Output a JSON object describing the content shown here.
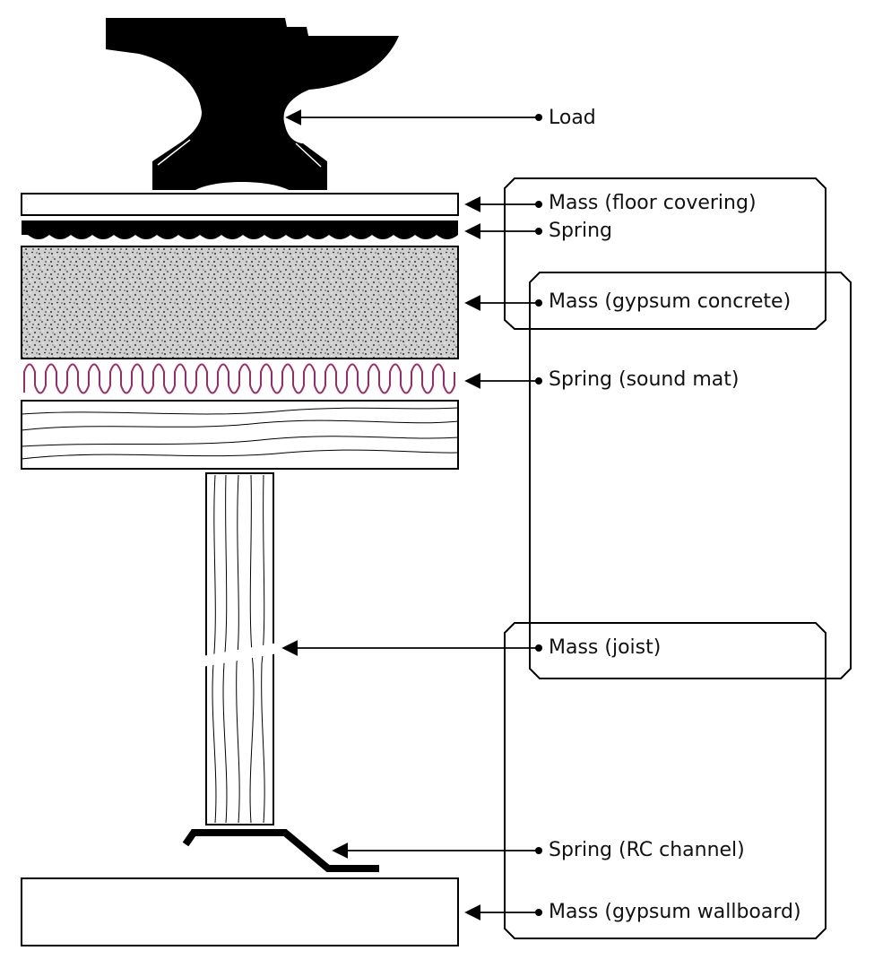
{
  "labels": {
    "load": "Load",
    "floor_covering": "Mass (floor covering)",
    "spring": "Spring",
    "gypsum_concrete": "Mass (gypsum concrete)",
    "sound_mat": "Spring (sound mat)",
    "joist": "Mass (joist)",
    "rc_channel": "Spring (RC channel)",
    "gypsum_wallboard": "Mass (gypsum wallboard)"
  },
  "colors": {
    "sound_mat": "#9b2c66",
    "ink": "#000000",
    "concrete_fill": "#d6d6d6"
  },
  "icons": {
    "load": "anvil-icon"
  }
}
